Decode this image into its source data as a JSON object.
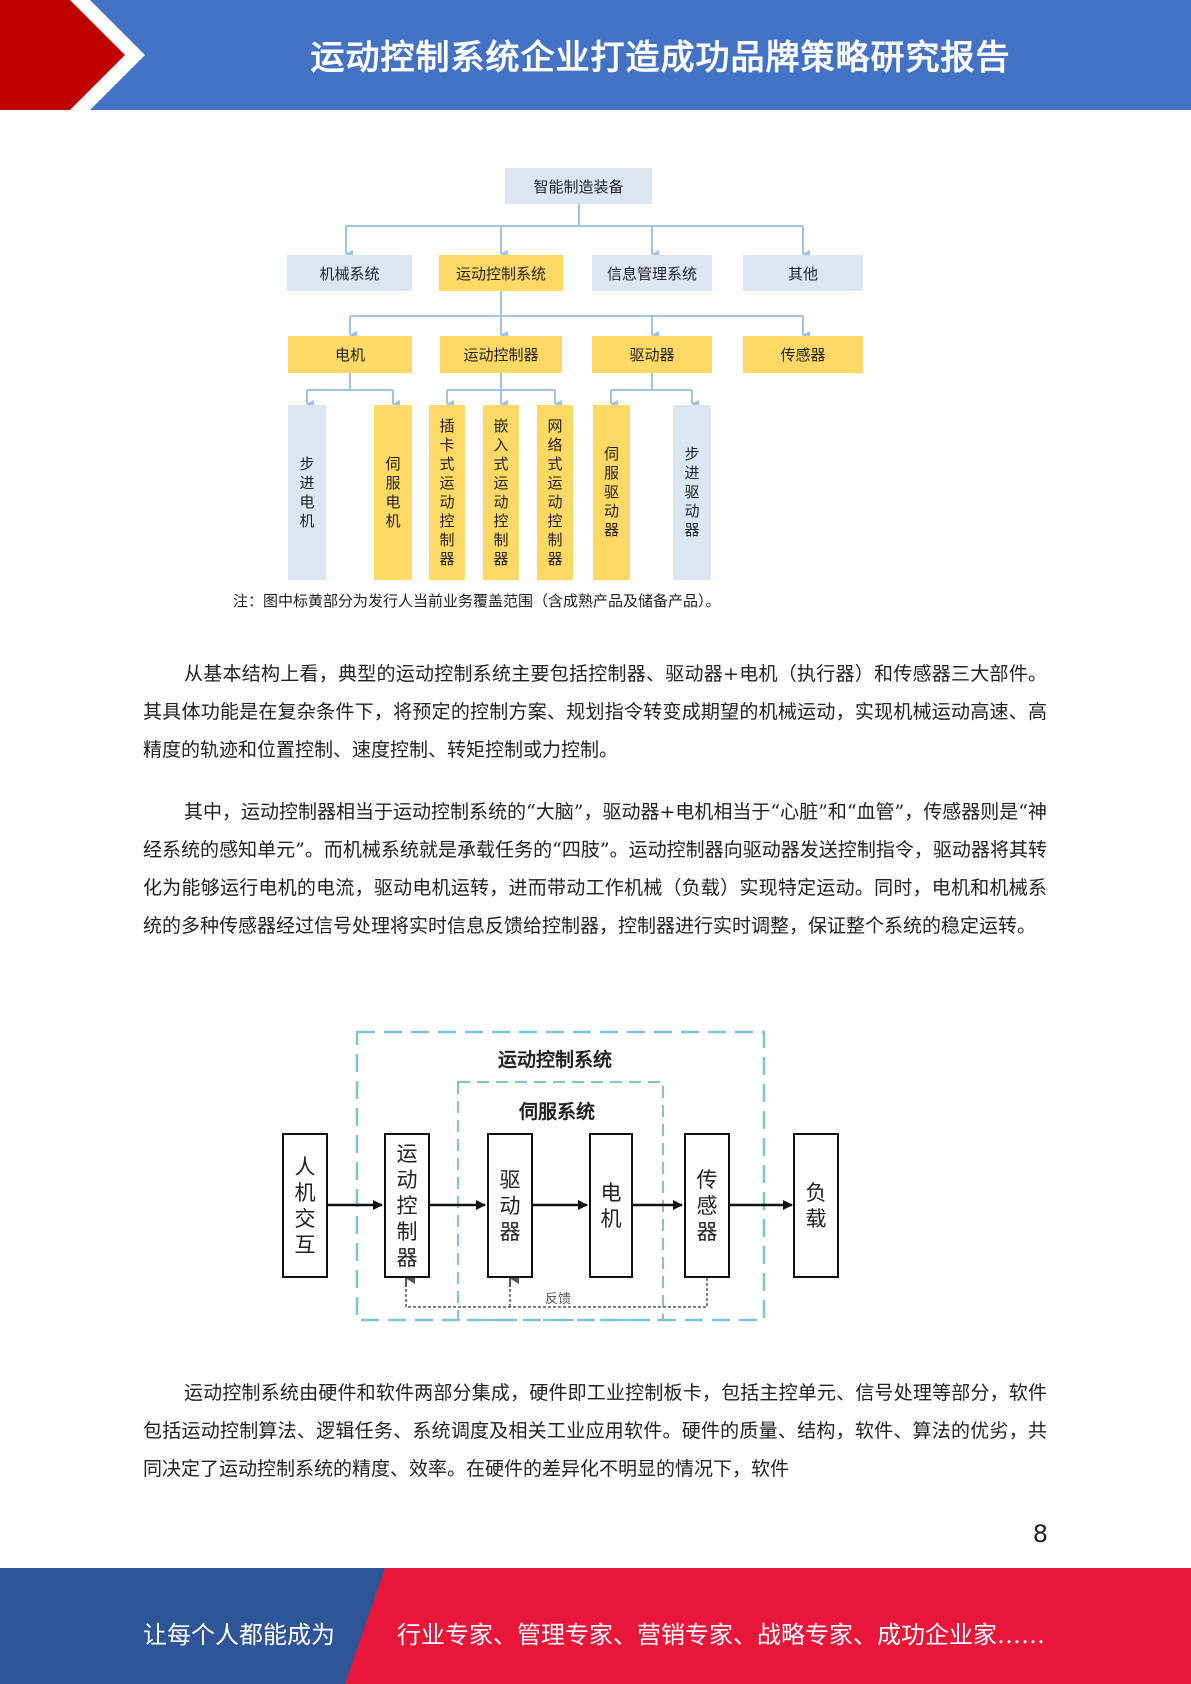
{
  "header": {
    "title": "运动控制系统企业打造成功品牌策略研究报告"
  },
  "org_chart": {
    "root": "智能制造装备",
    "level1": [
      "机械系统",
      "运动控制系统",
      "信息管理系统",
      "其他"
    ],
    "level2": [
      "电机",
      "运动控制器",
      "驱动器",
      "传感器"
    ],
    "level3": [
      "步进电机",
      "伺服电机",
      "插卡式运动控制器",
      "嵌入式运动控制器",
      "网络式运动控制器",
      "伺服驱动器",
      "步进驱动器"
    ],
    "highlight_color": "#ffd966",
    "normal_color": "#dce6f2",
    "note": "注：图中标黄部分为发行人当前业务覆盖范围（含成熟产品及储备产品）。"
  },
  "paragraphs": [
    "从基本结构上看，典型的运动控制系统主要包括控制器、驱动器+电机（执行器）和传感器三大部件。其具体功能是在复杂条件下，将预定的控制方案、规划指令转变成期望的机械运动，实现机械运动高速、高精度的轨迹和位置控制、速度控制、转矩控制或力控制。",
    "其中，运动控制器相当于运动控制系统的“大脑”，驱动器+电机相当于“心脏”和“血管”，传感器则是“神经系统的感知单元”。而机械系统就是承载任务的“四肢”。运动控制器向驱动器发送控制指令，驱动器将其转化为能够运行电机的电流，驱动电机运转，进而带动工作机械（负载）实现特定运动。同时，电机和机械系统的多种传感器经过信号处理将实时信息反馈给控制器，控制器进行实时调整，保证整个系统的稳定运转。",
    "运动控制系统由硬件和软件两部分集成，硬件即工业控制板卡，包括主控单元、信号处理等部分，软件包括运动控制算法、逻辑任务、系统调度及相关工业应用软件。硬件的质量、结构，软件、算法的优劣，共同决定了运动控制系统的精度、效率。在硬件的差异化不明显的情况下，软件"
  ],
  "flow_diagram": {
    "outer_label": "运动控制系统",
    "inner_label": "伺服系统",
    "nodes": [
      "人机交互",
      "运动控制器",
      "驱动器",
      "电机",
      "传感器",
      "负载"
    ],
    "feedback_label": "反馈"
  },
  "page_number": "8",
  "footer": {
    "left": "让每个人都能成为",
    "right": "行业专家、管理专家、营销专家、战略专家、成功企业家……"
  }
}
